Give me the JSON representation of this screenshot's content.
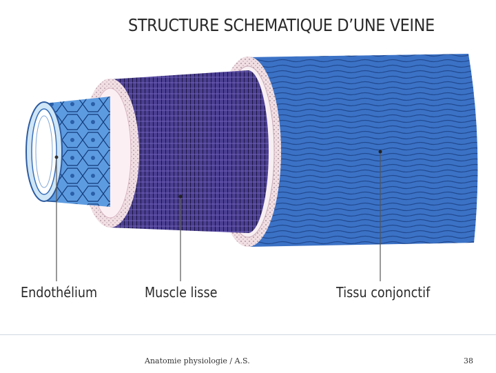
{
  "diagram": {
    "title": "STRUCTURE SCHEMATIQUE D’UNE VEINE",
    "labels": {
      "endothelium": "Endothélium",
      "muscle": "Muscle lisse",
      "tissue": "Tissu conjonctif"
    },
    "colors": {
      "adventitia": "#3a6fc4",
      "media": "#4a3f8f",
      "intima": "#6fa8e8",
      "elastic": "#f4d6e0"
    }
  },
  "footer": {
    "text": "Anatomie physiologie / A.S.",
    "page": "38"
  }
}
